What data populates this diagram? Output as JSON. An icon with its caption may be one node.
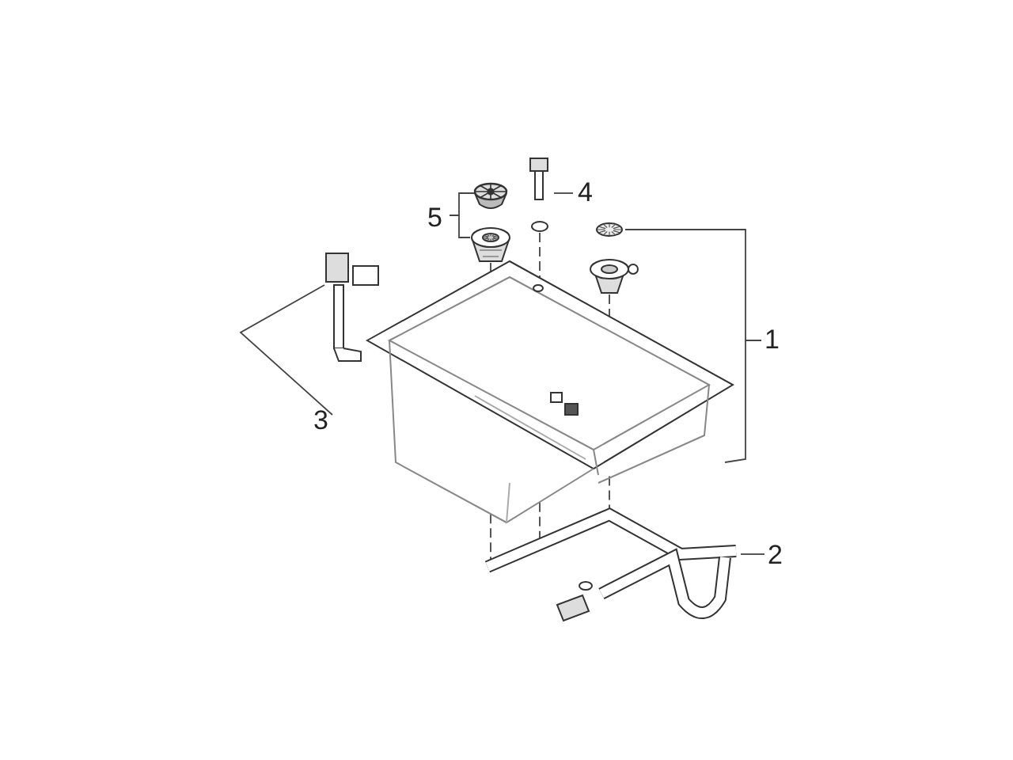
{
  "diagram": {
    "nodes": [
      {
        "text": [
          "1"
        ]
      },
      {
        "text": [
          "2"
        ]
      },
      {
        "text": [
          "3"
        ]
      },
      {
        "text": [
          "4"
        ]
      },
      {
        "text": [
          "5"
        ]
      },
      {
        "text": [],
        "shape": "picture"
      },
      {
        "text": [],
        "shape": "picture"
      },
      {
        "text": [],
        "shape": "picture"
      },
      {
        "text": [],
        "shape": "picture"
      },
      {
        "text": [],
        "shape": "picture"
      },
      {
        "text": [],
        "shape": "picture"
      },
      {
        "text": [],
        "shape": "picture"
      }
    ],
    "edges": [
      {
        "from": 0,
        "to": 5,
        "arrow": "none"
      },
      {
        "from": 0,
        "to": 6,
        "arrow": "none"
      },
      {
        "from": 1,
        "to": 7,
        "arrow": "none"
      },
      {
        "from": 2,
        "to": 8,
        "arrow": "none"
      },
      {
        "from": 3,
        "to": 9,
        "arrow": "none"
      },
      {
        "from": 4,
        "to": 10,
        "arrow": "none"
      },
      {
        "from": 4,
        "to": 11,
        "arrow": "none"
      },
      {
        "from": 11,
        "to": 5,
        "arrow": "none",
        "style": "dashed"
      },
      {
        "from": 5,
        "to": 7,
        "arrow": "none",
        "style": "dashed"
      },
      {
        "from": 9,
        "to": 5,
        "arrow": "none",
        "style": "dashed"
      },
      {
        "from": 5,
        "to": 7,
        "arrow": "none",
        "style": "dashed"
      },
      {
        "from": 6,
        "to": 5,
        "arrow": "none",
        "style": "dashed"
      },
      {
        "from": 5,
        "to": 7,
        "arrow": "none",
        "style": "dashed"
      }
    ]
  }
}
